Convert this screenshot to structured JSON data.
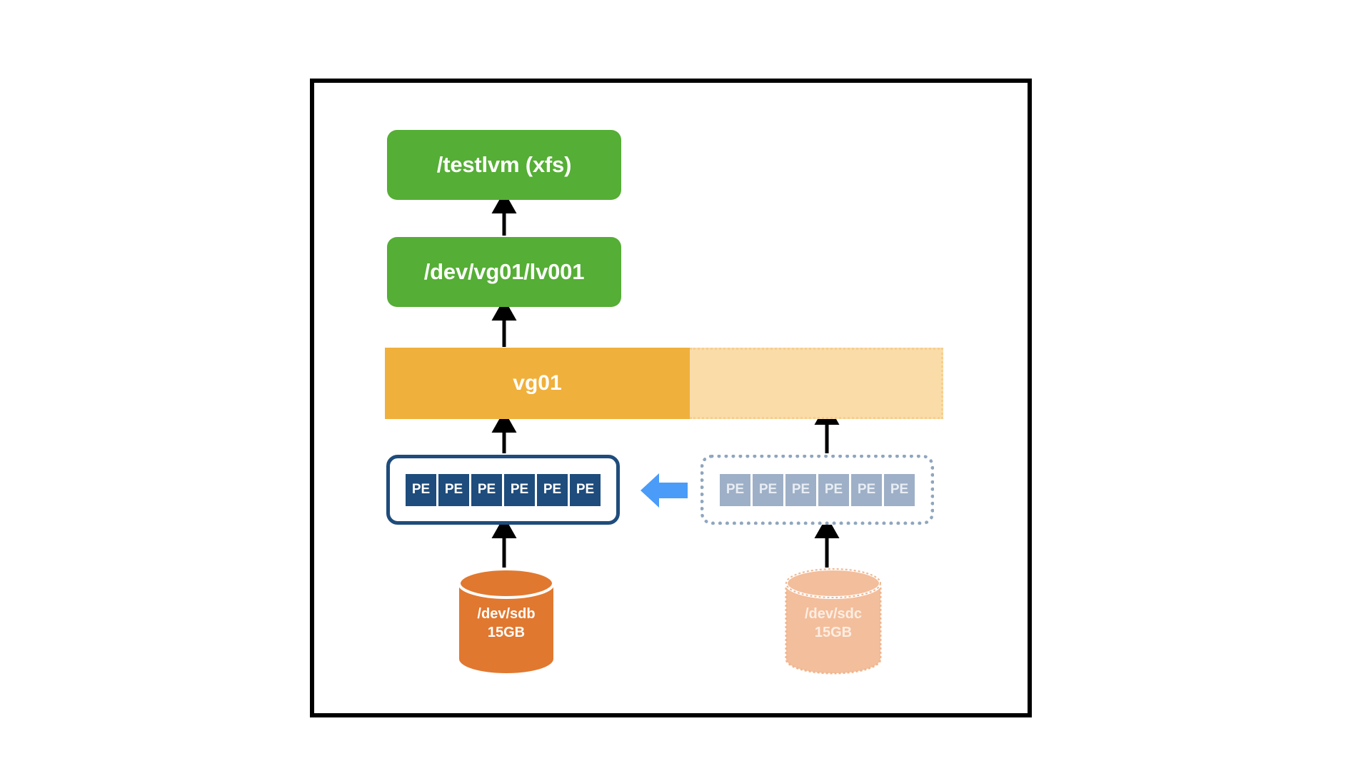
{
  "diagram": {
    "title": "LVM volume group extension diagram",
    "colors": {
      "filesystem_green": "#55AE35",
      "vg_used_orange": "#F0B03C",
      "vg_free_orange": "#FADCA9",
      "pe_active_navy": "#1E4C7C",
      "pe_new_gray_blue": "#9EB0C7",
      "transfer_arrow_blue": "#4A9CF8",
      "disk_active_orange": "#E1782F",
      "disk_new_orange": "#F3BE9C",
      "frame_border": "#000000",
      "text_white": "#FFFFFF"
    },
    "mount_point": {
      "label": "/testlvm (xfs)"
    },
    "logical_volume": {
      "label": "/dev/vg01/lv001"
    },
    "volume_group": {
      "label": "vg01",
      "used_segment_label": "vg01",
      "free_segment_label": ""
    },
    "pe_group_active": {
      "cells": [
        "PE",
        "PE",
        "PE",
        "PE",
        "PE",
        "PE"
      ],
      "count": 6,
      "state": "allocated"
    },
    "pe_group_new": {
      "cells": [
        "PE",
        "PE",
        "PE",
        "PE",
        "PE",
        "PE"
      ],
      "count": 6,
      "state": "pending"
    },
    "transfer_arrow": {
      "direction": "left",
      "icon": "arrow-left-icon"
    },
    "disks": [
      {
        "id": "sdb",
        "device": "/dev/sdb",
        "size": "15GB",
        "state": "active"
      },
      {
        "id": "sdc",
        "device": "/dev/sdc",
        "size": "15GB",
        "state": "new"
      }
    ],
    "connectors": [
      {
        "from": "logical-volume-box",
        "to": "mount-point-box"
      },
      {
        "from": "volume-group-bar",
        "to": "logical-volume-box"
      },
      {
        "from": "pe-group-active",
        "to": "volume-group-bar"
      },
      {
        "from": "disk-sdb",
        "to": "pe-group-active"
      },
      {
        "from": "pe-group-new",
        "to": "volume-group-bar"
      },
      {
        "from": "disk-sdc",
        "to": "pe-group-new"
      }
    ]
  }
}
